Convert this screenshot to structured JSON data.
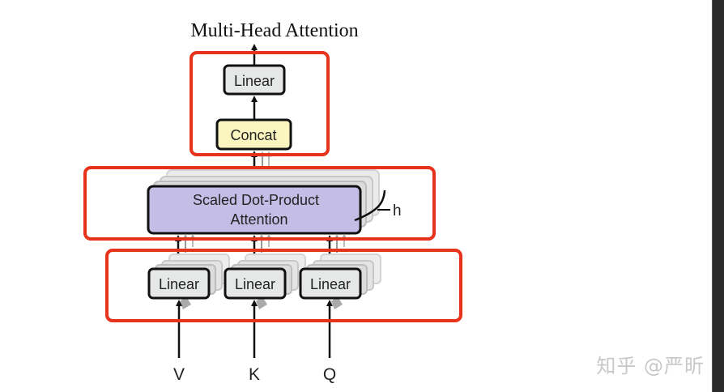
{
  "title": "Multi-Head Attention",
  "blocks": {
    "top_linear": "Linear",
    "concat": "Concat",
    "attention_line1": "Scaled Dot-Product",
    "attention_line2": "Attention",
    "h_label": "h",
    "linear_v": "Linear",
    "linear_k": "Linear",
    "linear_q": "Linear"
  },
  "inputs": {
    "v": "V",
    "k": "K",
    "q": "Q"
  },
  "colors": {
    "highlight_box": "#e8331c",
    "linear_fill": "#e6e8e8",
    "concat_fill": "#fbf5c0",
    "attention_fill": "#c4bde6",
    "block_stroke": "#111111"
  },
  "watermark": "知乎 @严昕"
}
